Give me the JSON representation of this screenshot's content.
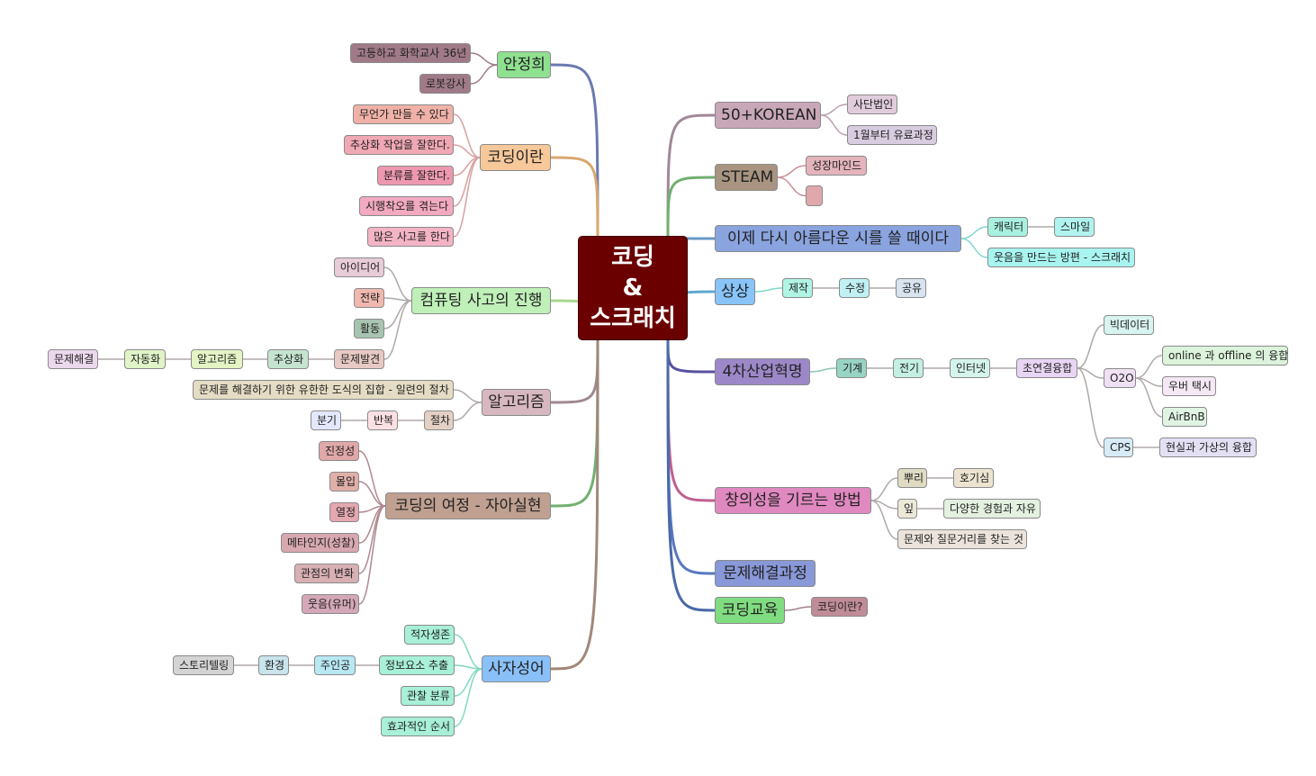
{
  "root": {
    "lines": [
      "코딩",
      "&",
      "스크래치"
    ]
  },
  "left": {
    "an": {
      "label": "안정희",
      "color": "#8fe08f",
      "children": [
        {
          "label": "고등하교 화학교사 36년",
          "color": "#a07a88"
        },
        {
          "label": "로봇강사",
          "color": "#a07a88"
        }
      ]
    },
    "coding": {
      "label": "코딩이란",
      "color": "#f7c89a",
      "children": [
        {
          "label": "무언가 만들 수 있다",
          "color": "#f0b2a8"
        },
        {
          "label": "추상화 작업을 잘한다.",
          "color": "#f0a8b4"
        },
        {
          "label": "분류를 잘한다.",
          "color": "#ee98b0"
        },
        {
          "label": "시행착오를 겪는다",
          "color": "#f2aac0"
        },
        {
          "label": "많은 사고를 한다",
          "color": "#f4b4c6"
        }
      ]
    },
    "ct": {
      "label": "컴퓨팅 사고의 진행",
      "color": "#bff0b8",
      "children": [
        {
          "label": "아이디어",
          "color": "#e8ccd8"
        },
        {
          "label": "전략",
          "color": "#f0b8b0"
        },
        {
          "label": "활동",
          "color": "#a8c4b0"
        },
        {
          "label": "문제발견",
          "color": "#e8cac4"
        }
      ],
      "chain": [
        {
          "label": "추상화",
          "color": "#c4e4d0"
        },
        {
          "label": "알고리즘",
          "color": "#e4f4c4"
        },
        {
          "label": "자동화",
          "color": "#e0f4c8"
        },
        {
          "label": "문제해결",
          "color": "#ecd8ec"
        }
      ]
    },
    "algo": {
      "label": "알고리즘",
      "color": "#d8b8c0",
      "def": {
        "label": "문제를 해결하기 위한 유한한 도식의 집합 - 일련의 절차",
        "color": "#e4dcc4"
      },
      "proc": {
        "label": "절차",
        "color": "#e4d0c4"
      },
      "chain": [
        {
          "label": "반복",
          "color": "#fce0e4"
        },
        {
          "label": "분기",
          "color": "#e4e8fc"
        }
      ]
    },
    "journey": {
      "label": "코딩의 여정 - 자아실현",
      "color": "#c0a090",
      "children": [
        {
          "label": "진정성",
          "color": "#e0a8a8"
        },
        {
          "label": "몰입",
          "color": "#e0b0a8"
        },
        {
          "label": "열정",
          "color": "#e4a8b0"
        },
        {
          "label": "메타인지(성찰)",
          "color": "#d8a8b0"
        },
        {
          "label": "관점의 변화",
          "color": "#d8b0b4"
        },
        {
          "label": "웃음(유머)",
          "color": "#d4a8b8"
        }
      ]
    },
    "idiom": {
      "label": "사자성어",
      "color": "#8ac0f8",
      "children": [
        {
          "label": "적자생존",
          "color": "#a8f0d8"
        },
        {
          "label": "정보요소 추출",
          "color": "#a8f0d8"
        },
        {
          "label": "관찰 분류",
          "color": "#a8f0d8"
        },
        {
          "label": "효과적인 순서",
          "color": "#a8f0d8"
        }
      ],
      "chain": [
        {
          "label": "주인공",
          "color": "#b8e8f4"
        },
        {
          "label": "환경",
          "color": "#c8e4ec"
        },
        {
          "label": "스토리텔링",
          "color": "#d4d4d4"
        }
      ]
    }
  },
  "right": {
    "korean": {
      "label": "50+KOREAN",
      "color": "#c8a8b8",
      "children": [
        {
          "label": "사단법인",
          "color": "#e0ccdc"
        },
        {
          "label": "1월부터 유료과정",
          "color": "#d8cce0"
        }
      ]
    },
    "steam": {
      "label": "STEAM",
      "color": "#a89480",
      "children": [
        {
          "label": "성장마인드",
          "color": "#e4b4bc"
        },
        {
          "label": "",
          "color": "#e0a8ac"
        }
      ]
    },
    "poem": {
      "label": "이제 다시 아름다운 시를 쓸 때이다",
      "color": "#8aa4e0",
      "children": [
        {
          "label": "캐릭터",
          "color": "#a8f0e0"
        },
        {
          "label": "웃음을 만드는 방편 - 스크래치",
          "color": "#a8f4f0"
        }
      ],
      "chain": [
        {
          "label": "스마일",
          "color": "#b0f4f0"
        }
      ]
    },
    "imagine": {
      "label": "상상",
      "color": "#88c4f8",
      "chain": [
        {
          "label": "제작",
          "color": "#b0f4e4"
        },
        {
          "label": "수정",
          "color": "#c0f0f4"
        },
        {
          "label": "공유",
          "color": "#d8e4f0"
        }
      ]
    },
    "industry": {
      "label": "4차산업혁명",
      "color": "#9c88c8",
      "chain": [
        {
          "label": "기계",
          "color": "#98d4c4"
        },
        {
          "label": "전기",
          "color": "#c4f0e4"
        },
        {
          "label": "인터넷",
          "color": "#d4f4ec"
        },
        {
          "label": "초연결융합",
          "color": "#e8d4f4"
        }
      ],
      "sub": [
        {
          "label": "빅데이터",
          "color": "#d8f4f0"
        },
        {
          "label": "O2O",
          "color": "#f0e0f4"
        },
        {
          "label": "CPS",
          "color": "#d8ecf8"
        }
      ],
      "o2o": [
        {
          "label": "online 과 offline 의 융합",
          "color": "#dcf4dc"
        },
        {
          "label": "우버 택시",
          "color": "#f4e8f4"
        },
        {
          "label": "AirBnB",
          "color": "#e0f4e4"
        }
      ],
      "cps": {
        "label": "현실과 가상의 융합",
        "color": "#e4e0f4"
      }
    },
    "creative": {
      "label": "창의성을 기르는 방법",
      "color": "#e088c0",
      "children": [
        {
          "label": "뿌리",
          "color": "#e0dcc4"
        },
        {
          "label": "잎",
          "color": "#ece8d8"
        },
        {
          "label": "문제와 질문거리를 찾는 것",
          "color": "#ece4dc"
        }
      ],
      "root_chain": {
        "label": "호기심",
        "color": "#ece4d0"
      },
      "leaf_chain": {
        "label": "다양한 경험과 자유",
        "color": "#e4f0e0"
      }
    },
    "process": {
      "label": "문제해결과정",
      "color": "#8898d8"
    },
    "edu": {
      "label": "코딩교육",
      "color": "#80dc80",
      "children": [
        {
          "label": "코딩이란?",
          "color": "#c08c98"
        }
      ]
    }
  }
}
